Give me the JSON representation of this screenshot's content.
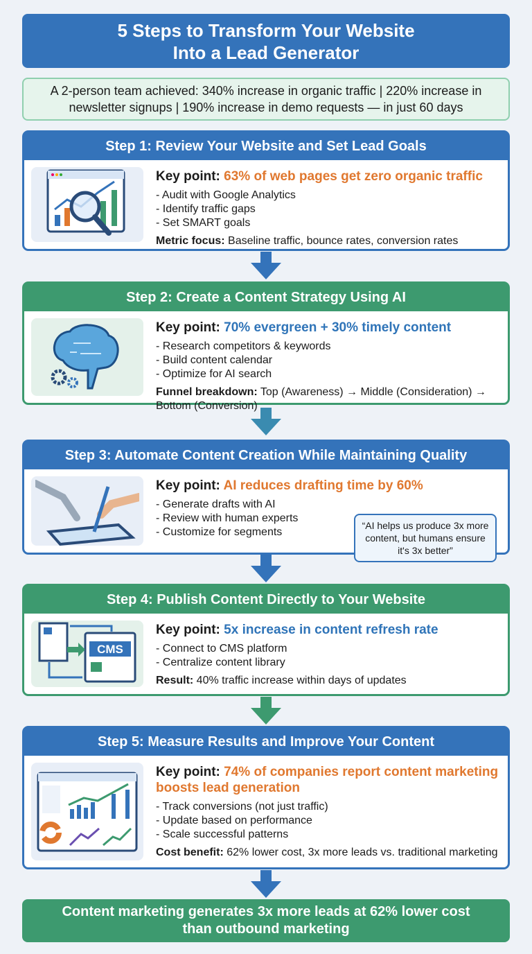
{
  "title": {
    "line1": "5 Steps to Transform Your Website",
    "line2": "Into a Lead Generator"
  },
  "stats": {
    "line1": "A 2-person team achieved: 340% increase in organic traffic | 220% increase in",
    "line2": "newsletter signups | 190% increase in demo requests — in just 60 days"
  },
  "colors": {
    "blue": "#3473ba",
    "green": "#3d9a6f",
    "orange": "#e0782f",
    "blue_text": "#2f74b8"
  },
  "steps": [
    {
      "title": "Step 1: Review Your Website and Set Lead Goals",
      "icon": "analytics-magnifier-icon",
      "kp_label": "Key point:",
      "kp_text": "63% of web pages get zero organic traffic",
      "bullets": [
        "- Audit with Google Analytics",
        "- Identify traffic gaps",
        "- Set SMART goals"
      ],
      "extra_label": "Metric focus:",
      "extra_text": " Baseline traffic, bounce rates, conversion rates"
    },
    {
      "title": "Step 2: Create a Content Strategy Using AI",
      "icon": "ai-brain-icon",
      "kp_label": "Key point:",
      "kp_text": "70% evergreen + 30% timely content",
      "bullets": [
        "- Research competitors & keywords",
        "- Build content calendar",
        "- Optimize for AI search"
      ],
      "extra_label": "Funnel breakdown:",
      "extra_text": " Top (Awareness) → Middle (Consideration) → Bottom (Conversion)"
    },
    {
      "title": "Step 3: Automate Content Creation While Maintaining Quality",
      "icon": "robot-human-hand-icon",
      "kp_label": "Key point:",
      "kp_text": "AI reduces drafting time by 60%",
      "bullets": [
        "- Generate drafts with AI",
        "- Review with human experts",
        "- Customize for segments"
      ],
      "quote": "“AI helps us produce 3x more content, but humans ensure it's 3x better”"
    },
    {
      "title": "Step 4: Publish Content Directly to Your Website",
      "icon": "cms-publish-icon",
      "cms": "CMS",
      "kp_label": "Key point:",
      "kp_text": "5x increase in content refresh rate",
      "bullets": [
        "- Connect to CMS platform",
        "- Centralize content library"
      ],
      "extra_label": "Result:",
      "extra_text": " 40% traffic increase within days of updates"
    },
    {
      "title": "Step 5: Measure Results and Improve Your Content",
      "icon": "dashboard-charts-icon",
      "kp_label": "Key point:",
      "kp_text": "74% of companies report content marketing boosts lead generation",
      "bullets": [
        "- Track conversions (not just traffic)",
        "- Update based on performance",
        "- Scale successful patterns"
      ],
      "extra_label": "Cost benefit:",
      "extra_text": " 62% lower cost, 3x more leads vs. traditional marketing"
    }
  ],
  "final": {
    "line1": "Content marketing generates 3x more leads at 62% lower cost",
    "line2": "than outbound marketing"
  }
}
